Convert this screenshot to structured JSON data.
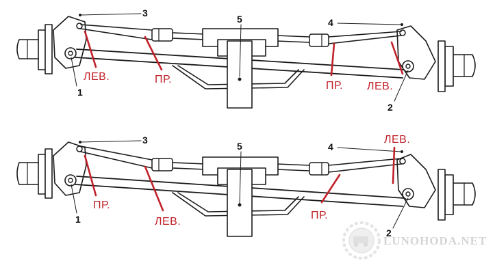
{
  "upper": {
    "labels": {
      "n1": "1",
      "n2": "2",
      "n3": "3",
      "n4": "4",
      "n5": "5"
    },
    "red": {
      "left_side": "ЛЕВ.",
      "center_left": "ПР.",
      "center_right": "ПР.",
      "right_side": "ЛЕВ."
    }
  },
  "lower": {
    "labels": {
      "n1": "1",
      "n2": "2",
      "n3": "3",
      "n4": "4",
      "n5": "5"
    },
    "red": {
      "left_side": "ПР.",
      "center_left": "ЛЕВ.",
      "center_right": "ПР.",
      "right_side": "ЛЕВ."
    }
  },
  "watermark": {
    "text": "LUNOHODA.NET"
  },
  "colors": {
    "ink": "#1a1a1a",
    "accent": "#c0222a",
    "watermark": "#d4d4d4"
  }
}
